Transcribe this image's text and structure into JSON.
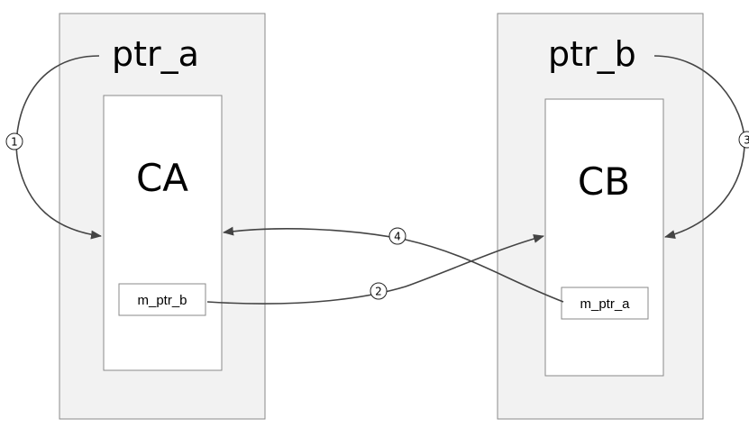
{
  "left_object": {
    "pointer_label": "ptr_a",
    "class_label": "CA",
    "member_label": "m_ptr_b"
  },
  "right_object": {
    "pointer_label": "ptr_b",
    "class_label": "CB",
    "member_label": "m_ptr_a"
  },
  "steps": {
    "step1": "1",
    "step2": "2",
    "step3": "3",
    "step4": "4"
  },
  "colors": {
    "outer_fill": "#f2f2f2",
    "border": "#8a8a8a",
    "arrow": "#444444"
  }
}
